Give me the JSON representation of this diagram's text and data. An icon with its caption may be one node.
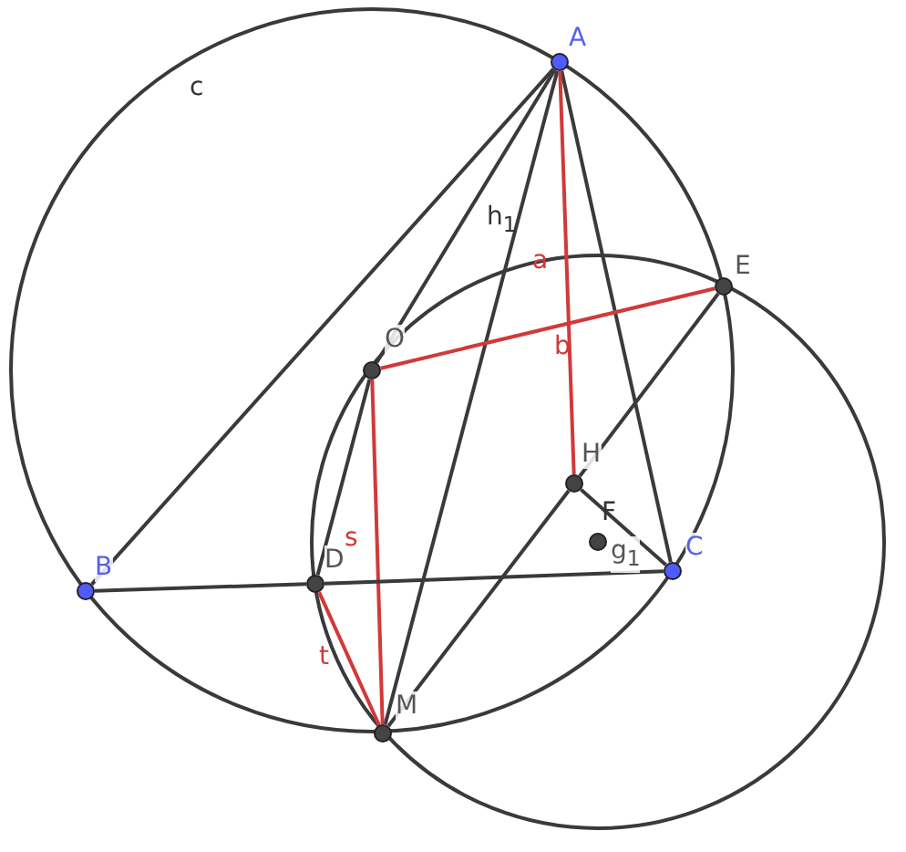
{
  "diagram": {
    "nodes": [
      {
        "text": [
          "A"
        ]
      },
      {
        "text": [
          "B"
        ]
      },
      {
        "text": [
          "C"
        ]
      },
      {
        "text": [
          "D"
        ]
      },
      {
        "text": [
          "E"
        ]
      },
      {
        "text": [
          "H"
        ]
      },
      {
        "text": [
          "M"
        ]
      },
      {
        "text": [
          "O"
        ]
      },
      {
        "text": [
          "g$_{1}$"
        ]
      }
    ],
    "edges": [
      {
        "from": 0,
        "to": 1,
        "arrow": "none"
      },
      {
        "from": 0,
        "to": 7,
        "arrow": "none"
      },
      {
        "from": 7,
        "to": 3,
        "arrow": "none"
      },
      {
        "from": 0,
        "to": 6,
        "arrow": "none",
        "label": "h$_{1}$"
      },
      {
        "from": 0,
        "to": 2,
        "arrow": "none"
      },
      {
        "from": 0,
        "to": 5,
        "arrow": "none",
        "label": "a",
        "color": "#d03a3a"
      },
      {
        "from": 7,
        "to": 4,
        "arrow": "none",
        "label": "b",
        "color": "#d03a3a"
      },
      {
        "from": 7,
        "to": 6,
        "arrow": "none",
        "label": "s",
        "color": "#d03a3a"
      },
      {
        "from": 3,
        "to": 6,
        "arrow": "none",
        "label": "t",
        "color": "#d03a3a"
      },
      {
        "from": 1,
        "to": 3,
        "arrow": "none"
      },
      {
        "from": 3,
        "to": 2,
        "arrow": "none"
      },
      {
        "from": 4,
        "to": 5,
        "arrow": "none"
      },
      {
        "from": 5,
        "to": 6,
        "arrow": "none"
      },
      {
        "from": 5,
        "to": 2,
        "arrow": "none",
        "label": "F"
      }
    ],
    "labels": [
      "c"
    ]
  }
}
